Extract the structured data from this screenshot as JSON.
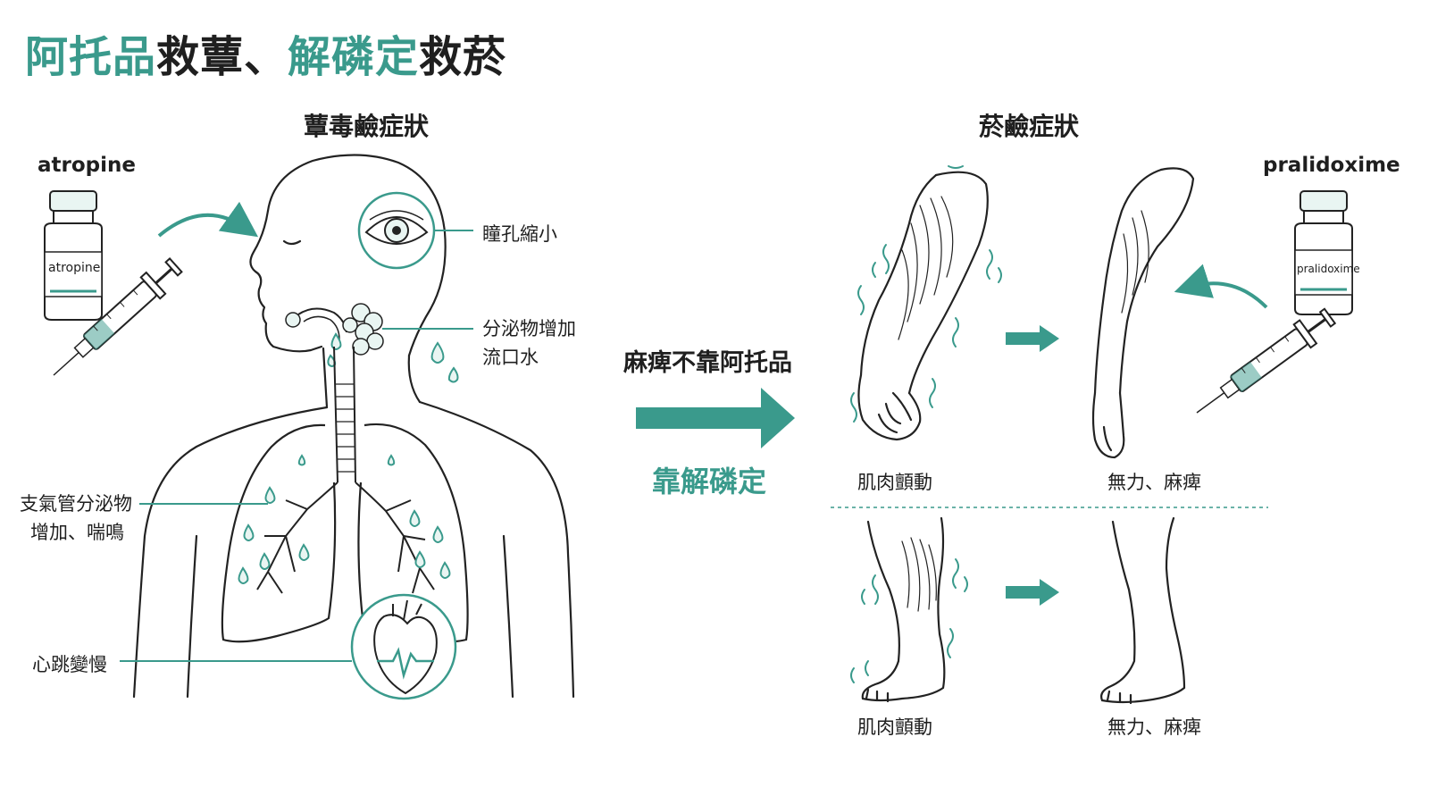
{
  "title": {
    "part1": "阿托品",
    "part2": "救蕈、",
    "part3": "解磷定",
    "part4": "救菸"
  },
  "left_panel": {
    "heading": "蕈毒鹼症狀",
    "drug_label": "atropine",
    "vial_label": "atropine",
    "symptoms": {
      "pupil": "瞳孔縮小",
      "secretion_line1": "分泌物增加",
      "secretion_line2": "流口水",
      "bronchial_line1": "支氣管分泌物",
      "bronchial_line2": "增加、喘鳴",
      "heart": "心跳變慢"
    }
  },
  "middle": {
    "note_top": "麻痺不靠阿托品",
    "note_bottom": "靠解磷定"
  },
  "right_panel": {
    "heading": "菸鹼症狀",
    "drug_label": "pralidoxime",
    "vial_label": "pralidoxime",
    "arm_before": "肌肉顫動",
    "arm_after": "無力、麻痺",
    "leg_before": "肌肉顫動",
    "leg_after": "無力、麻痺"
  },
  "colors": {
    "accent": "#3a9a8c",
    "line": "#222222",
    "fill_light": "#e9f5f2"
  }
}
